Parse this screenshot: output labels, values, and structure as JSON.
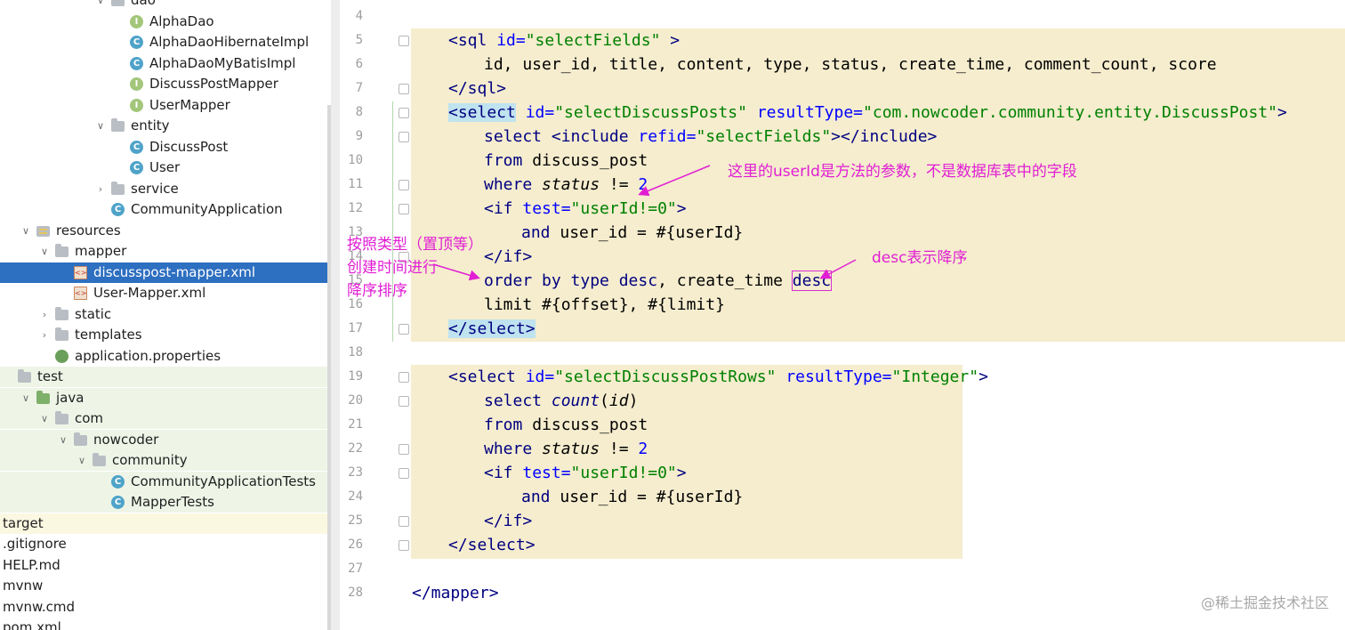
{
  "tree": {
    "items": [
      {
        "label": "dao",
        "icon": "folder-icon",
        "arrow": "expanded"
      },
      {
        "label": "AlphaDao",
        "icon": "interface-icon"
      },
      {
        "label": "AlphaDaoHibernateImpl",
        "icon": "class-icon"
      },
      {
        "label": "AlphaDaoMyBatisImpl",
        "icon": "class-icon"
      },
      {
        "label": "DiscussPostMapper",
        "icon": "interface-icon"
      },
      {
        "label": "UserMapper",
        "icon": "interface-icon"
      },
      {
        "label": "entity",
        "icon": "folder-icon",
        "arrow": "expanded"
      },
      {
        "label": "DiscussPost",
        "icon": "class-icon"
      },
      {
        "label": "User",
        "icon": "class-icon"
      },
      {
        "label": "service",
        "icon": "folder-icon",
        "arrow": "collapsed"
      },
      {
        "label": "CommunityApplication",
        "icon": "spring-app-icon"
      },
      {
        "label": "resources",
        "icon": "resources-folder-icon",
        "arrow": "expanded"
      },
      {
        "label": "mapper",
        "icon": "folder-icon",
        "arrow": "expanded"
      },
      {
        "label": "discusspost-mapper.xml",
        "icon": "xml-file-icon",
        "selected": true
      },
      {
        "label": "User-Mapper.xml",
        "icon": "xml-file-icon"
      },
      {
        "label": "static",
        "icon": "folder-icon",
        "arrow": "collapsed"
      },
      {
        "label": "templates",
        "icon": "folder-icon",
        "arrow": "collapsed"
      },
      {
        "label": "application.properties",
        "icon": "properties-file-icon"
      },
      {
        "label": "test",
        "icon": "folder-icon"
      },
      {
        "label": "java",
        "icon": "test-source-folder-icon",
        "arrow": "expanded"
      },
      {
        "label": "com",
        "icon": "folder-icon",
        "arrow": "expanded"
      },
      {
        "label": "nowcoder",
        "icon": "folder-icon",
        "arrow": "expanded"
      },
      {
        "label": "community",
        "icon": "folder-icon",
        "arrow": "expanded"
      },
      {
        "label": "CommunityApplicationTests",
        "icon": "test-class-icon"
      },
      {
        "label": "MapperTests",
        "icon": "test-class-icon"
      },
      {
        "label": "target",
        "icon": "none"
      },
      {
        "label": ".gitignore",
        "icon": "none"
      },
      {
        "label": "HELP.md",
        "icon": "none"
      },
      {
        "label": "mvnw",
        "icon": "none"
      },
      {
        "label": "mvnw.cmd",
        "icon": "none"
      },
      {
        "label": "pom.xml",
        "icon": "none"
      }
    ]
  },
  "editor": {
    "line_numbers": [
      "4",
      "5",
      "6",
      "7",
      "8",
      "9",
      "10",
      "11",
      "12",
      "13",
      "14",
      "15",
      "16",
      "17",
      "18",
      "19",
      "20",
      "21",
      "22",
      "23",
      "24",
      "25",
      "26",
      "27",
      "28"
    ],
    "lines": {
      "l5": [
        "<sql ",
        "id=",
        "\"selectFields\"",
        " >"
      ],
      "l6": "id, user_id, title, content, type, status, create_time, comment_count, score",
      "l7": "</sql>",
      "l8": [
        "<select",
        " ",
        "id=",
        "\"selectDiscussPosts\"",
        " ",
        "resultType=",
        "\"com.nowcoder.community.entity.DiscussPost\"",
        ">"
      ],
      "l9": [
        "select ",
        "<include ",
        "refid=",
        "\"selectFields\"",
        "></include>"
      ],
      "l10": [
        "from",
        " discuss_post"
      ],
      "l11": [
        "where ",
        "status",
        " != ",
        "2"
      ],
      "l12": [
        "<if ",
        "test=",
        "\"userId!=0\"",
        ">"
      ],
      "l13": [
        "and",
        " user_id = #{userId}"
      ],
      "l14": "</if>",
      "l15": [
        "order by type desc",
        ", create_time ",
        "desc"
      ],
      "l16": "limit #{offset}, #{limit}",
      "l17": "</select>",
      "l19": [
        "<select ",
        "id=",
        "\"selectDiscussPostRows\"",
        " ",
        "resultType=",
        "\"Integer\"",
        ">"
      ],
      "l20": [
        "select ",
        "count",
        "(",
        "id",
        ")"
      ],
      "l21": [
        "from",
        " discuss_post"
      ],
      "l22": [
        "where ",
        "status",
        " != ",
        "2"
      ],
      "l23": [
        "<if ",
        "test=",
        "\"userId!=0\"",
        ">"
      ],
      "l24": [
        "and",
        " user_id = #{userId}"
      ],
      "l25": "</if>",
      "l26": "</select>",
      "l28": "</mapper>"
    }
  },
  "annotations": {
    "userid_note": "这里的userId是方法的参数，不是数据库表中的字段",
    "order_note_1": "按照类型（置顶等）",
    "order_note_2": "创建时间进行",
    "order_note_3": "降序排序",
    "desc_note": "desc表示降序"
  },
  "watermark": "@稀土掘金技术社区",
  "colors": {
    "selection": "#2d6fc0",
    "highlight_block": "#f5edce",
    "annotation": "#e11ed4",
    "xml_tag": "#000080",
    "xml_attr": "#0000ff",
    "xml_string": "#008000"
  }
}
